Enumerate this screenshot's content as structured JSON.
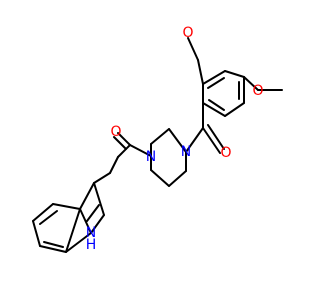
{
  "molecule": {
    "atoms": {
      "o_top": "O",
      "o_right": "O",
      "o_carbonyl_right": "O",
      "o_carbonyl_left": "O",
      "n_piperazine_left": "N",
      "n_piperazine_right": "N",
      "n_indole": "H"
    },
    "indole_label": "N"
  },
  "colors": {
    "bond": "#000000",
    "oxygen": "#ff0000",
    "nitrogen": "#0000ff"
  }
}
